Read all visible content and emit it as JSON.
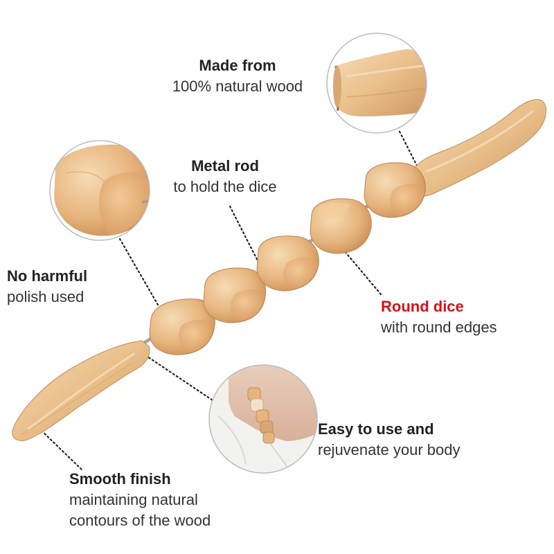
{
  "callouts": {
    "made_from": {
      "title": "Made from",
      "subtitle": "100% natural wood"
    },
    "metal_rod": {
      "title": "Metal rod",
      "subtitle": "to hold the dice"
    },
    "no_harmful": {
      "title": "No harmful",
      "subtitle": "polish used"
    },
    "round_dice": {
      "title": "Round dice",
      "subtitle": "with round edges"
    },
    "easy_to_use": {
      "title": "Easy to use and",
      "subtitle": "rejuvenate your body"
    },
    "smooth_finish": {
      "title": "Smooth finish",
      "subtitle_1": "maintaining natural",
      "subtitle_2": "contours of the wood"
    }
  },
  "colors": {
    "wood_light": "#f1cfa3",
    "wood_mid": "#e2b37c",
    "wood_dark": "#c98e55",
    "highlight_red": "#d0141a",
    "dotted_line": "#222222",
    "circle_border": "#bbbbbb"
  }
}
